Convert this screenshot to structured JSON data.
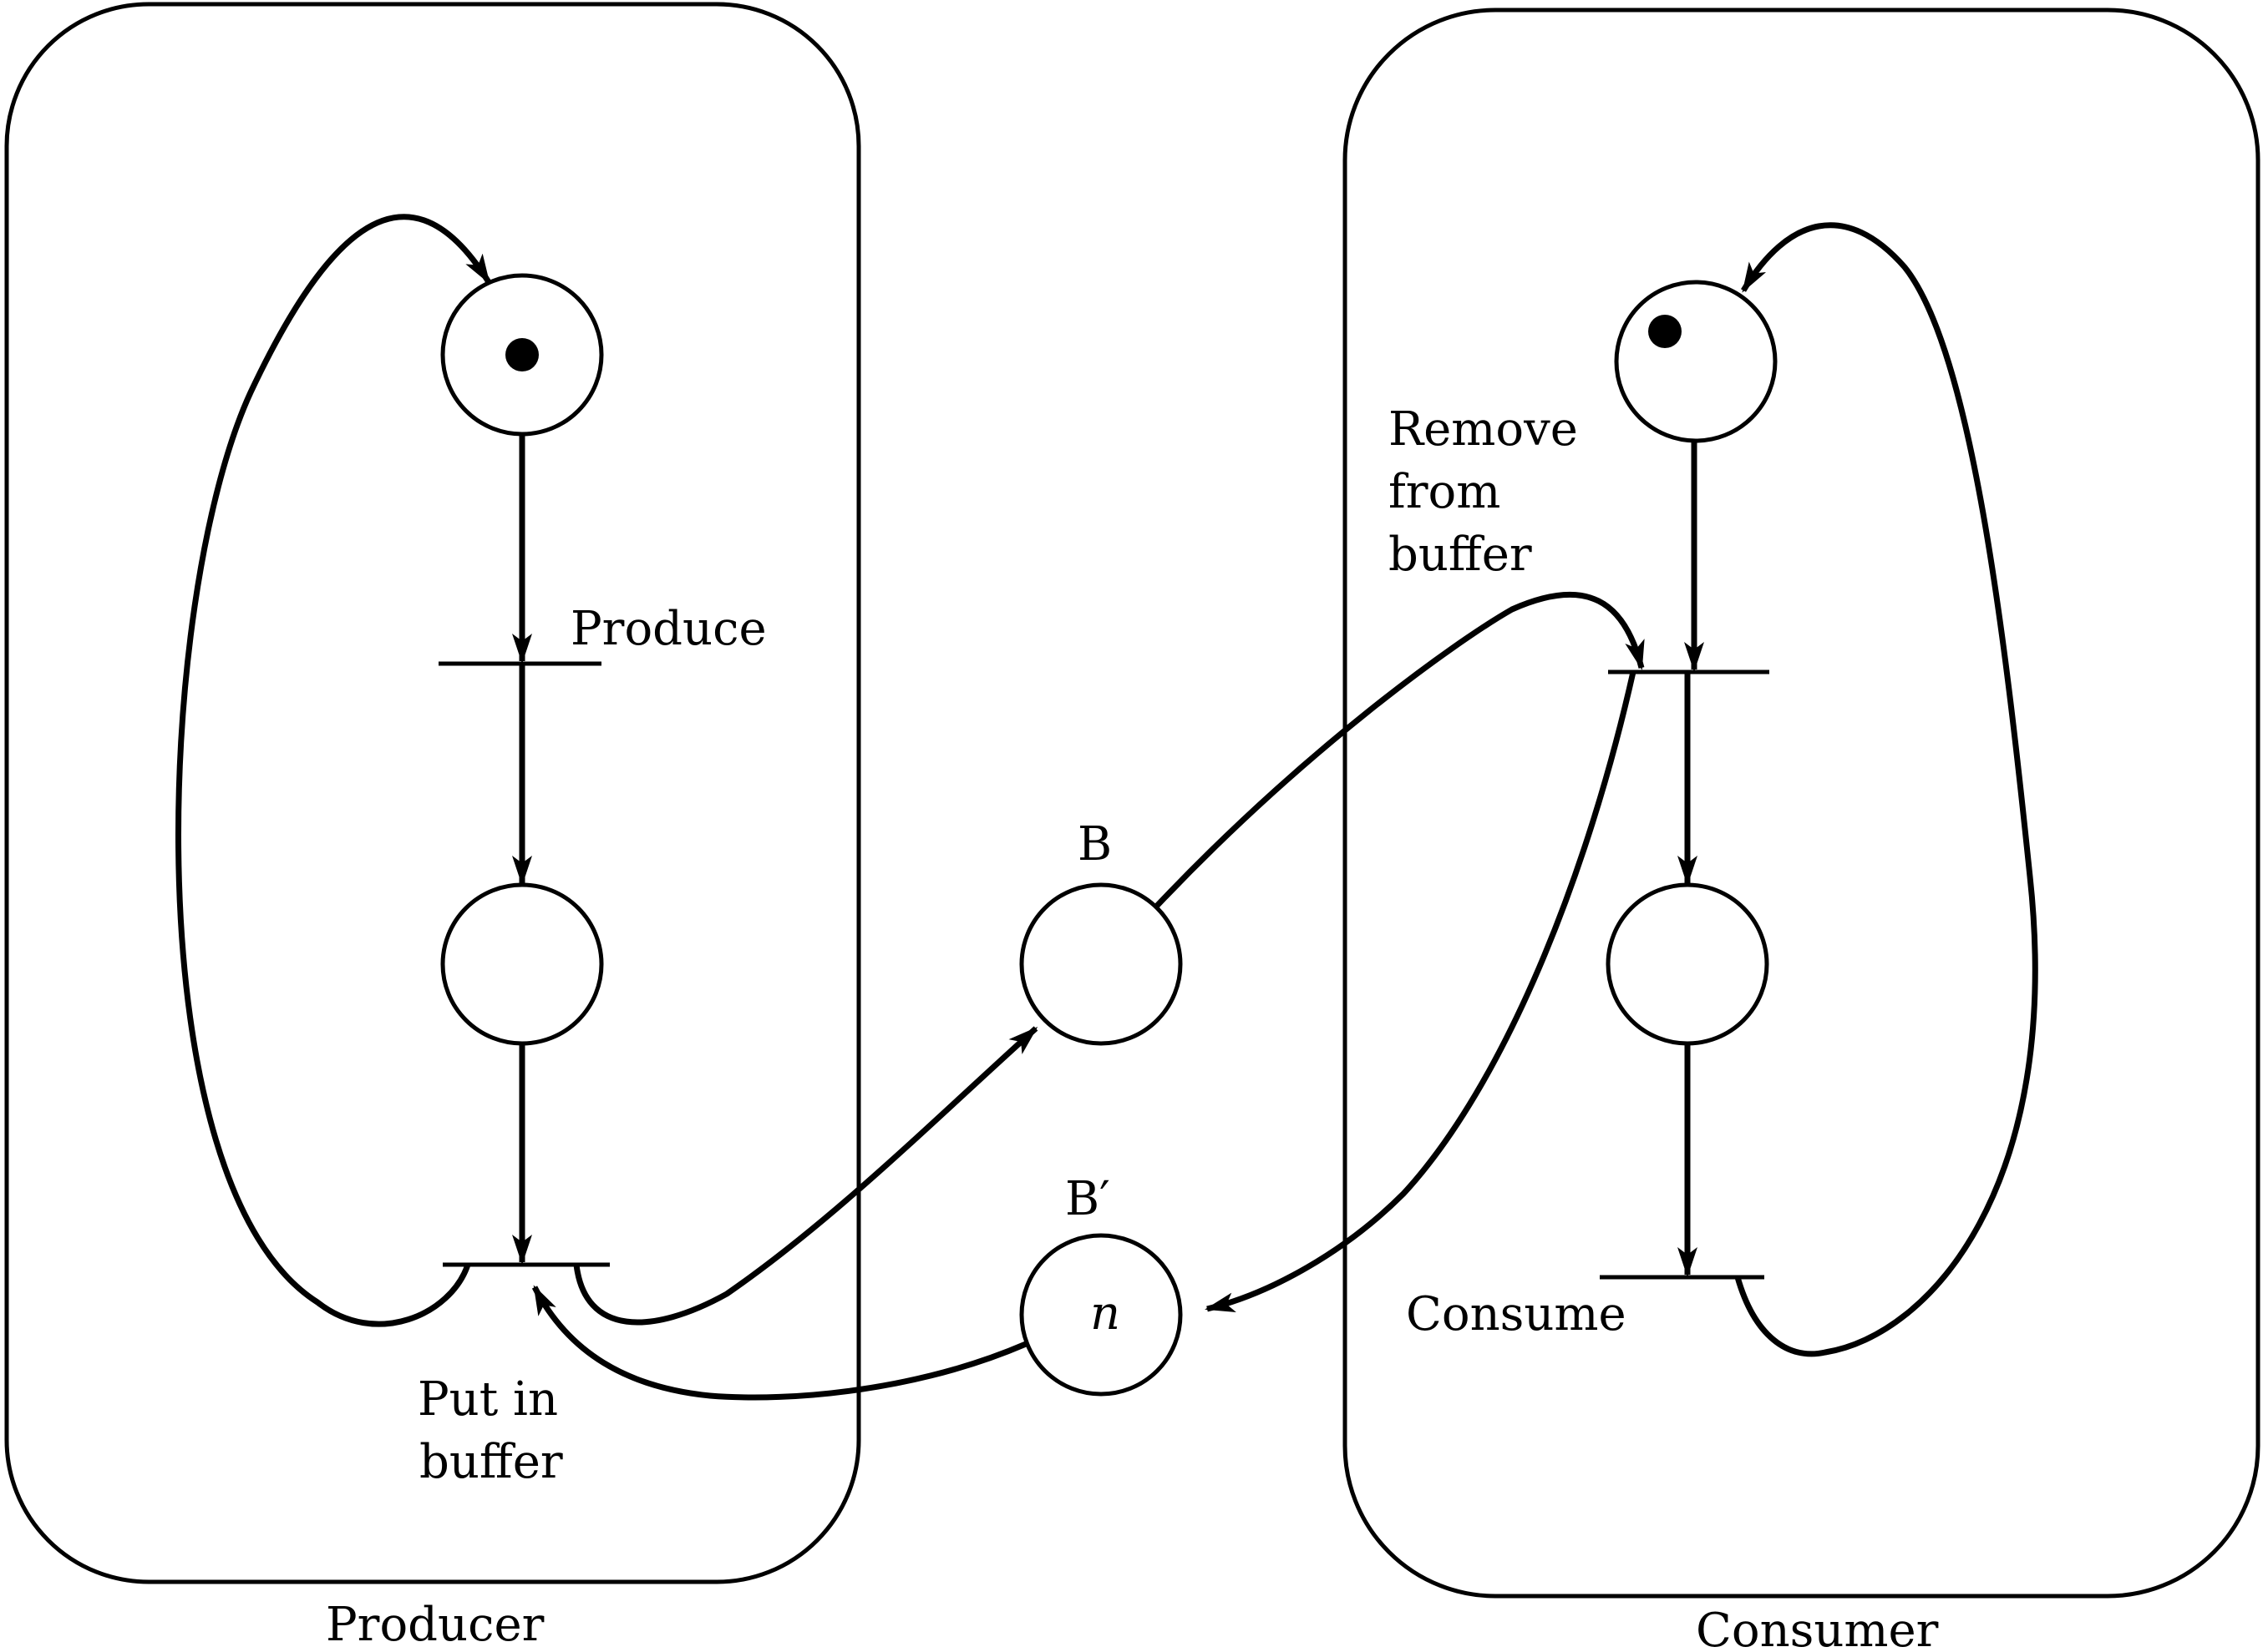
{
  "diagram": {
    "groups": {
      "producer": "Producer",
      "consumer": "Consumer"
    },
    "transitions": {
      "produce": "Produce",
      "put_in_buffer": [
        "Put in",
        "buffer"
      ],
      "remove_from_buffer": [
        "Remove",
        "from",
        "buffer"
      ],
      "consume": "Consume"
    },
    "places": {
      "buffer": "B",
      "buffer_capacity": "B′",
      "buffer_capacity_tokens": "n"
    },
    "initial_tokens": {
      "producer_ready": 1,
      "consumer_ready": 1
    }
  }
}
